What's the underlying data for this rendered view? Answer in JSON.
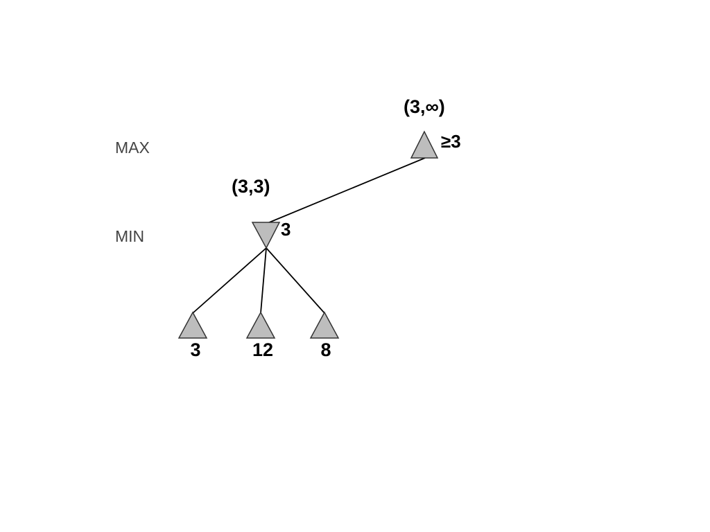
{
  "levels": {
    "max_label": "MAX",
    "min_label": "MIN"
  },
  "root": {
    "bounds": "(3,∞)",
    "value": "≥3",
    "type": "max"
  },
  "min_node": {
    "bounds": "(3,3)",
    "value": "3",
    "type": "min"
  },
  "leaves": [
    {
      "value": "3"
    },
    {
      "value": "12"
    },
    {
      "value": "8"
    }
  ],
  "colors": {
    "node_fill": "#bdbdbd",
    "edge": "#000000"
  }
}
